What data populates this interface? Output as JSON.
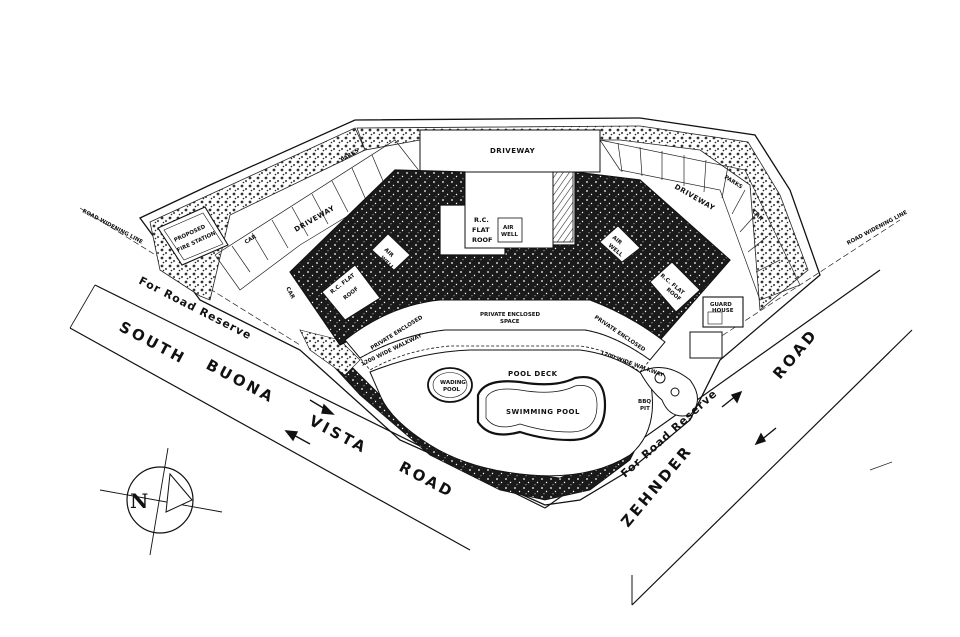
{
  "roads": {
    "south": [
      "SOUTH",
      "BUONA",
      "VISTA",
      "ROAD"
    ],
    "east": [
      "ZEHNDER",
      "ROAD"
    ],
    "road_reserve_left": "For Road Reserve",
    "road_reserve_right": "For Road Reserve",
    "widening_left": "ROAD WIDENING LINE",
    "widening_right": "ROAD WIDENING LINE"
  },
  "site": {
    "driveway_top": "DRIVEWAY",
    "driveway_left": "DRIVEWAY",
    "driveway_right": "DRIVEWAY",
    "car_parks": [
      "CAR",
      "PARKS"
    ],
    "fire_station": [
      "PROPOSED",
      "FIRE STATION"
    ],
    "guard_house": [
      "GUARD",
      "HOUSE"
    ],
    "roof_center": [
      "R.C.",
      "FLAT",
      "ROOF"
    ],
    "roof_left": [
      "R.C. FLAT",
      "ROOF"
    ],
    "roof_right": [
      "R.C. FLAT",
      "ROOF"
    ],
    "air_well": [
      "AIR",
      "WELL"
    ],
    "private_enclosed_space": [
      "PRIVATE ENCLOSED",
      "SPACE"
    ],
    "walkway": "1200 WIDE WALKWAY",
    "pool_deck": "POOL DECK",
    "swimming_pool": "SWIMMING POOL",
    "wading_pool": [
      "WADING",
      "POOL"
    ],
    "bbq_pit": [
      "BBQ",
      "PIT"
    ],
    "compass": "N"
  }
}
